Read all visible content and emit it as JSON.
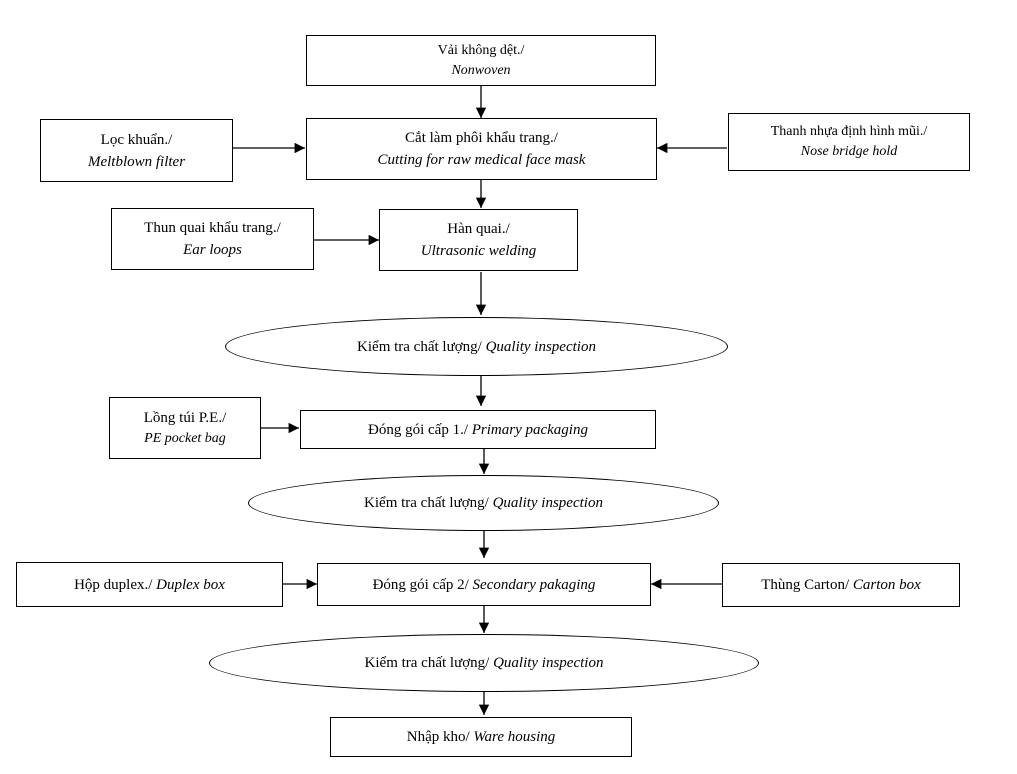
{
  "nodes": {
    "nonwoven": {
      "vi": "Vải không dệt./",
      "en": "Nonwoven"
    },
    "cutting": {
      "vi": "Cắt làm phôi khẩu trang./",
      "en": "Cutting for raw medical face mask"
    },
    "meltblown": {
      "vi": "Lọc khuẩn./",
      "en": "Meltblown filter"
    },
    "nose": {
      "vi": "Thanh nhựa định hình mũi./",
      "en": "Nose bridge hold"
    },
    "earloops": {
      "vi": "Thun quai khẩu trang./",
      "en": "Ear loops"
    },
    "welding": {
      "vi": "Hàn quai./",
      "en": "Ultrasonic welding"
    },
    "qc1": {
      "vi": "Kiểm tra chất lượng/ ",
      "en": "Quality inspection"
    },
    "pebag": {
      "vi": "Lồng túi P.E./",
      "en": "PE pocket bag"
    },
    "primary": {
      "vi": "Đóng gói cấp 1./ ",
      "en": "Primary packaging"
    },
    "qc2": {
      "vi": "Kiểm tra chất lượng/ ",
      "en": "Quality inspection"
    },
    "duplex": {
      "vi": "Hộp duplex./ ",
      "en": "Duplex box"
    },
    "secondary": {
      "vi": "Đóng gói cấp 2/ ",
      "en": "Secondary pakaging"
    },
    "carton": {
      "vi": "Thùng Carton/ ",
      "en": "Carton box"
    },
    "qc3": {
      "vi": "Kiểm tra chất lượng/ ",
      "en": "Quality inspection"
    },
    "warehouse": {
      "vi": "Nhập kho/ ",
      "en": "Ware housing"
    }
  },
  "colors": {
    "stroke": "#000000",
    "background": "#ffffff"
  }
}
